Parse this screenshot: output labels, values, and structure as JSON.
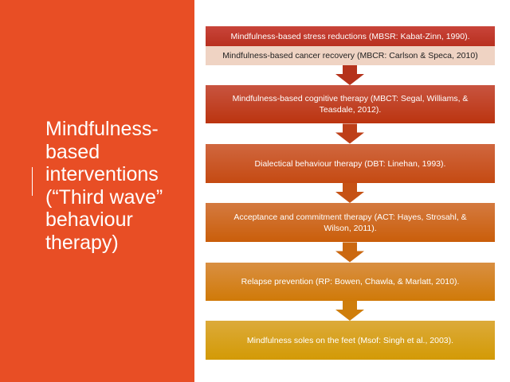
{
  "title": "Mindfulness-based interventions (“Third wave” behaviour therapy)",
  "steps": [
    "Mindfulness-based stress reductions (MBSR: Kabat-Zinn, 1990).",
    "Mindfulness-based cancer recovery (MBCR: Carlson & Speca, 2010)",
    "Mindfulness-based cognitive therapy (MBCT: Segal, Williams, & Teasdale, 2012).",
    "Dialectical behaviour therapy (DBT: Linehan, 1993).",
    "Acceptance and commitment therapy (ACT:  Hayes, Strosahl, & Wilson, 2011).",
    "Relapse prevention (RP: Bowen, Chawla, & Marlatt, 2010).",
    "Mindfulness soles on the feet (Msof: Singh et al., 2003)."
  ],
  "colors": {
    "panel": "#E84E25",
    "step1": "#C0392B",
    "step2": "#EFD3C3",
    "step3": "#C0401F",
    "step4": "#C9501C",
    "step5": "#CC6519",
    "step6": "#D58414",
    "step7": "#D9A31A"
  }
}
